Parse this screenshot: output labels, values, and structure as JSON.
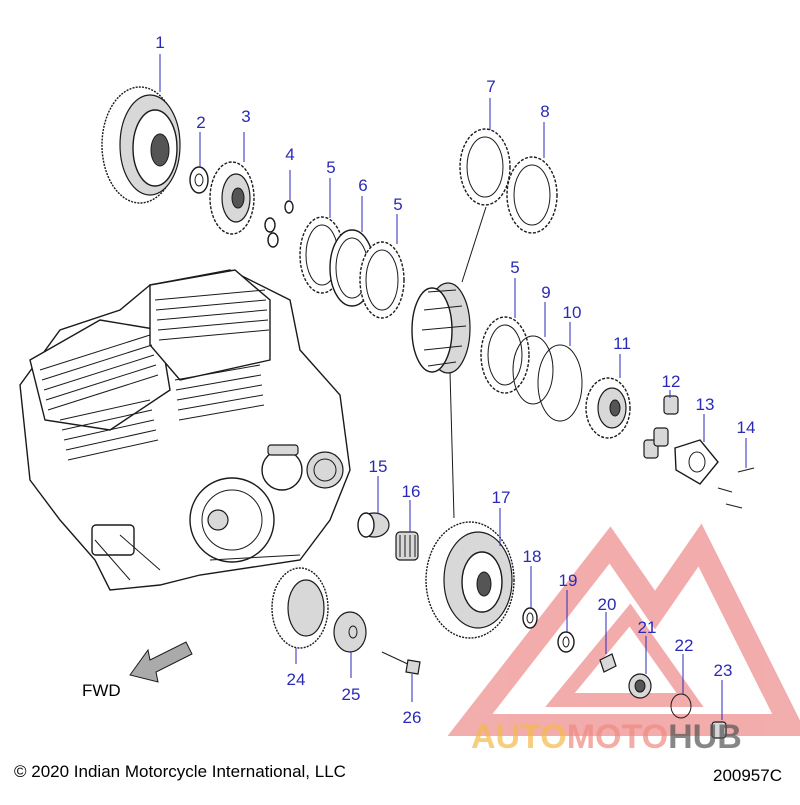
{
  "callouts": {
    "c1": "1",
    "c2": "2",
    "c3": "3",
    "c4": "4",
    "c5a": "5",
    "c6": "6",
    "c5b": "5",
    "c7": "7",
    "c8": "8",
    "c5c": "5",
    "c9": "9",
    "c10": "10",
    "c11": "11",
    "c12": "12",
    "c13": "13",
    "c14": "14",
    "c15": "15",
    "c16": "16",
    "c17": "17",
    "c18": "18",
    "c19": "19",
    "c20": "20",
    "c21": "21",
    "c22": "22",
    "c23": "23",
    "c24": "24",
    "c25": "25",
    "c26": "26"
  },
  "direction_label": "FWD",
  "copyright": "© 2020 Indian Motorcycle International, LLC",
  "drawing_number": "200957C",
  "watermark": {
    "text": "AUTOMOTOHUB",
    "text_parts": [
      "AUTO",
      "MOTO",
      "HUB"
    ],
    "colors": {
      "auto": "#f5b94a",
      "moto": "#f08a82",
      "hub": "#555555",
      "triangle": "#e86a6a"
    }
  },
  "colors": {
    "callout": "#2a2ab8",
    "line": "#1a1a1a"
  }
}
